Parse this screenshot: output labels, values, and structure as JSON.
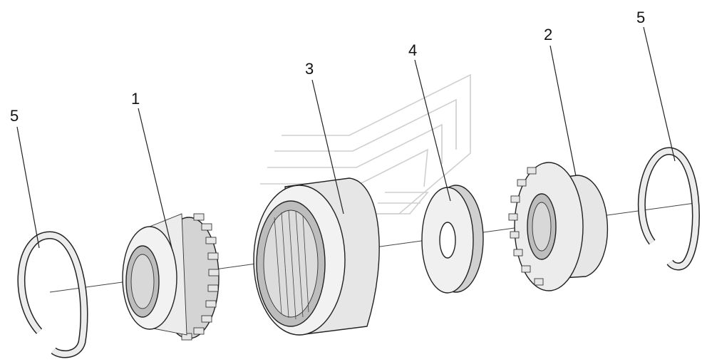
{
  "callouts": [
    {
      "id": "snap-ring-left",
      "text": "5"
    },
    {
      "id": "gear-1",
      "text": "1"
    },
    {
      "id": "sleeve-3",
      "text": "3"
    },
    {
      "id": "washer-4",
      "text": "4"
    },
    {
      "id": "gear-2",
      "text": "2"
    },
    {
      "id": "snap-ring-right",
      "text": "5"
    }
  ],
  "colors": {
    "line": "#222222",
    "fill": "#e6e6e6",
    "shade": "#bdbdbd",
    "watermark": "#cfcfcf"
  }
}
